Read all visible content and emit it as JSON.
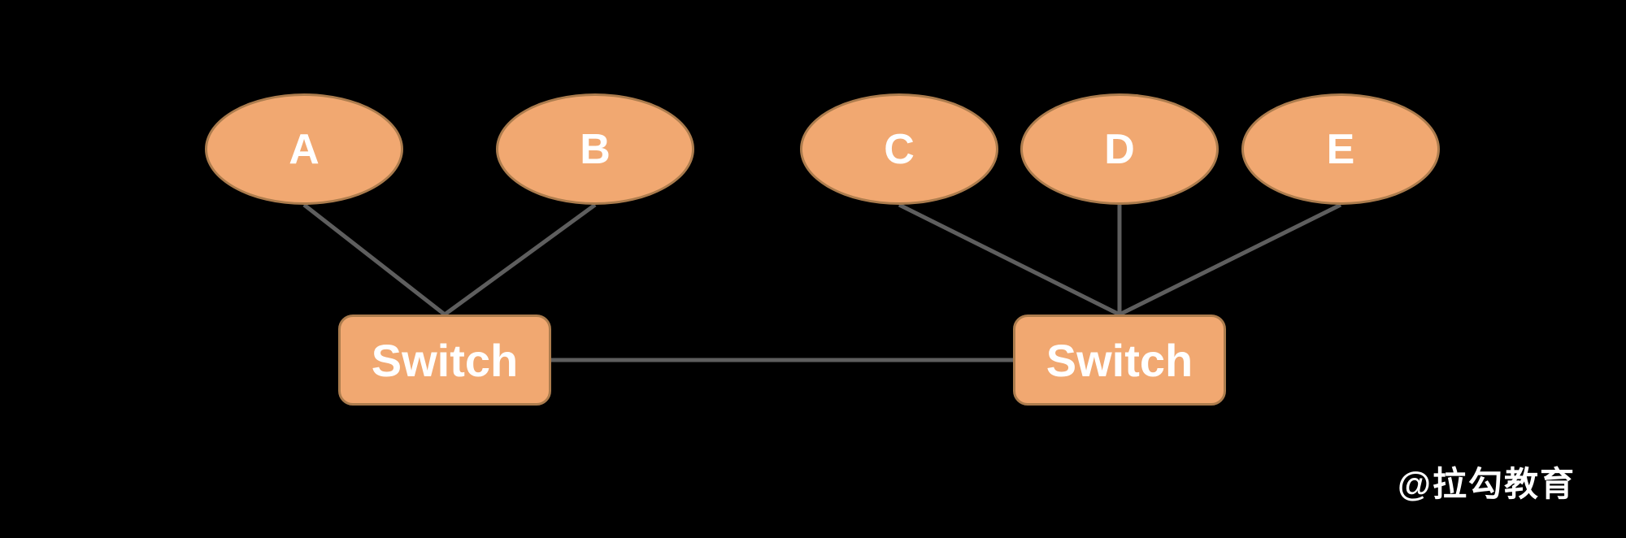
{
  "diagram": {
    "hosts": [
      {
        "label": "A"
      },
      {
        "label": "B"
      },
      {
        "label": "C"
      },
      {
        "label": "D"
      },
      {
        "label": "E"
      }
    ],
    "switches": [
      {
        "label": "Switch"
      },
      {
        "label": "Switch"
      }
    ],
    "edges": [
      {
        "from": "A",
        "to": "Switch-left"
      },
      {
        "from": "B",
        "to": "Switch-left"
      },
      {
        "from": "C",
        "to": "Switch-right"
      },
      {
        "from": "D",
        "to": "Switch-right"
      },
      {
        "from": "E",
        "to": "Switch-right"
      },
      {
        "from": "Switch-left",
        "to": "Switch-right"
      }
    ],
    "colors": {
      "background": "#000000",
      "node_fill": "#F1A871",
      "node_border": "#AC7C4D",
      "edge": "#5E5E5E",
      "text": "#FFFFFF"
    }
  },
  "watermark": {
    "text": "@拉勾教育"
  }
}
